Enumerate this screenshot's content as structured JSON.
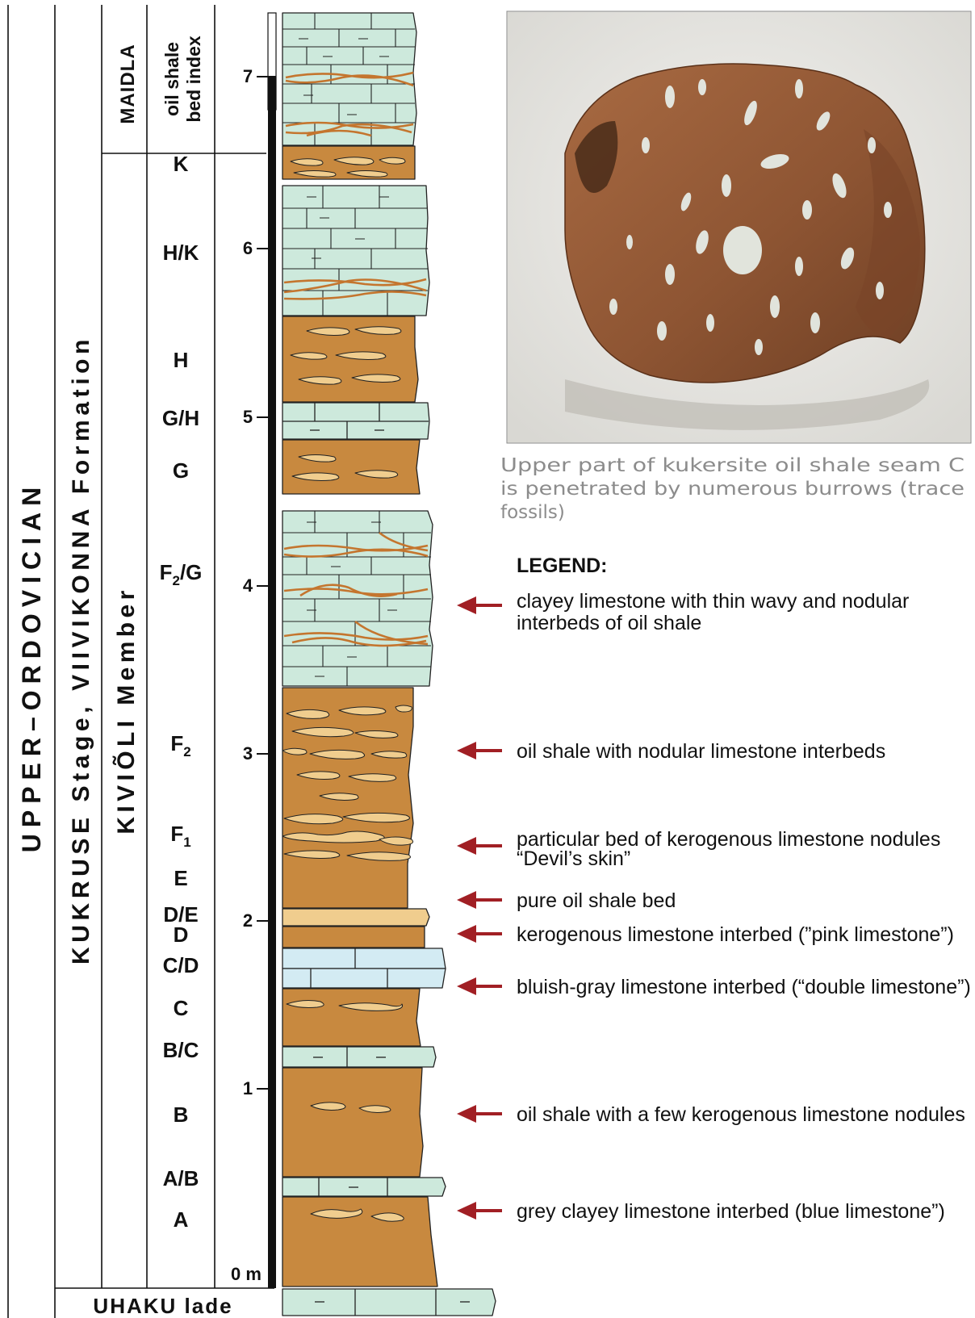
{
  "columns": {
    "system": "UPPER–ORDOVICIAN",
    "stage_formation": "KUKRUSE Stage, VIIVIKONNA Formation",
    "member": "KIVIÕLI Member",
    "upper_member": "MAIDLA",
    "bed_index_header": [
      "oil shale",
      "bed index"
    ],
    "base_unit": "UHAKU lade"
  },
  "scale": {
    "unit_label": "0 m",
    "ticks": [
      "1",
      "2",
      "3",
      "4",
      "5",
      "6",
      "7"
    ]
  },
  "bed_labels": [
    {
      "main": "K"
    },
    {
      "main": "H/K"
    },
    {
      "main": "H"
    },
    {
      "main": "G/H"
    },
    {
      "main": "G"
    },
    {
      "main": "F",
      "sub": "2",
      "suffix": "/G"
    },
    {
      "main": "F",
      "sub": "2",
      "suffix": ""
    },
    {
      "main": "F",
      "sub": "1",
      "suffix": ""
    },
    {
      "main": "E"
    },
    {
      "main": "D/E"
    },
    {
      "main": "D"
    },
    {
      "main": "C/D"
    },
    {
      "main": "C"
    },
    {
      "main": "B/C"
    },
    {
      "main": "B"
    },
    {
      "main": "A/B"
    },
    {
      "main": "A"
    }
  ],
  "photo": {
    "subject": "kukersite oil shale specimen with burrows",
    "caption_lines": [
      "Upper part of kukersite oil shale seam C",
      "is penetrated by numerous burrows (trace",
      "fossils)"
    ]
  },
  "legend": {
    "title": "LEGEND:",
    "items": [
      {
        "lines": [
          "clayey limestone with thin wavy and nodular",
          "interbeds of oil shale"
        ]
      },
      {
        "lines": [
          "oil shale with nodular limestone interbeds"
        ]
      },
      {
        "lines": [
          "particular bed of kerogenous limestone nodules",
          "“Devil’s skin”"
        ]
      },
      {
        "lines": [
          "pure oil shale bed"
        ]
      },
      {
        "lines": [
          "kerogenous limestone interbed (”pink limestone”)"
        ]
      },
      {
        "lines": [
          "bluish-gray limestone interbed (“double limestone”)"
        ]
      },
      {
        "lines": [
          "oil shale with a few kerogenous limestone nodules"
        ]
      },
      {
        "lines": [
          "grey clayey limestone interbed (blue limestone”)"
        ]
      }
    ]
  },
  "colors": {
    "oil_shale": "#c8893f",
    "limestone_nodule": "#f0cd8e",
    "clayey_limestone": "#cde9dc",
    "bluish_limestone": "#d3ebf3",
    "burrow_lines": "#c4752e",
    "arrow": "#a11f24",
    "scale_bar": "#111111"
  }
}
